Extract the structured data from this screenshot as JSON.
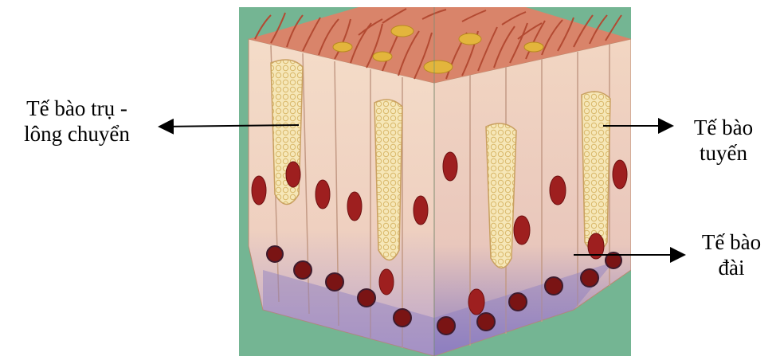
{
  "labels": {
    "left_line1": "Tế bào trụ -",
    "left_line2": "lông chuyển",
    "right_top_line1": "Tế bào",
    "right_top_line2": "tuyến",
    "right_bottom_line1": "Tế bào",
    "right_bottom_line2": "đài"
  },
  "colors": {
    "background_panel": "#6fb38f",
    "cell_body": "#f0d2bc",
    "nucleus": "#9e1f1f",
    "cilia": "#c86a4c",
    "goblet_granules": "#f3e1a6",
    "basal_shade": "#7d6fb8"
  }
}
